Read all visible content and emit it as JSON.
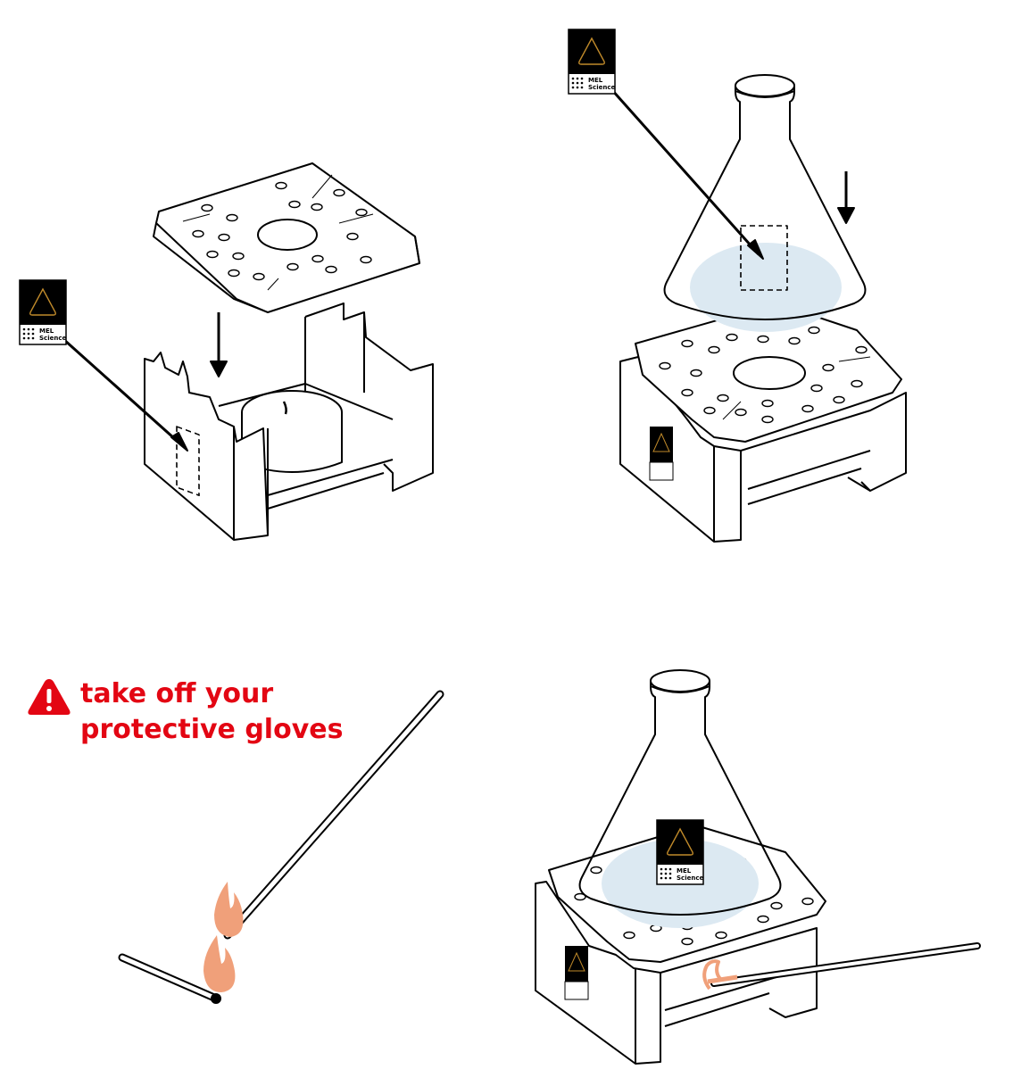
{
  "warning": {
    "line1": "take off your",
    "line2": "protective gloves",
    "icon": "warning-triangle-icon",
    "color": "#e30613"
  },
  "badge": {
    "line1": "MEL",
    "line2": "Science",
    "icon": "mel-science-logo-icon"
  },
  "colors": {
    "stroke": "#000000",
    "flame": "#f0a07a",
    "liquid": "#dce9f2"
  }
}
